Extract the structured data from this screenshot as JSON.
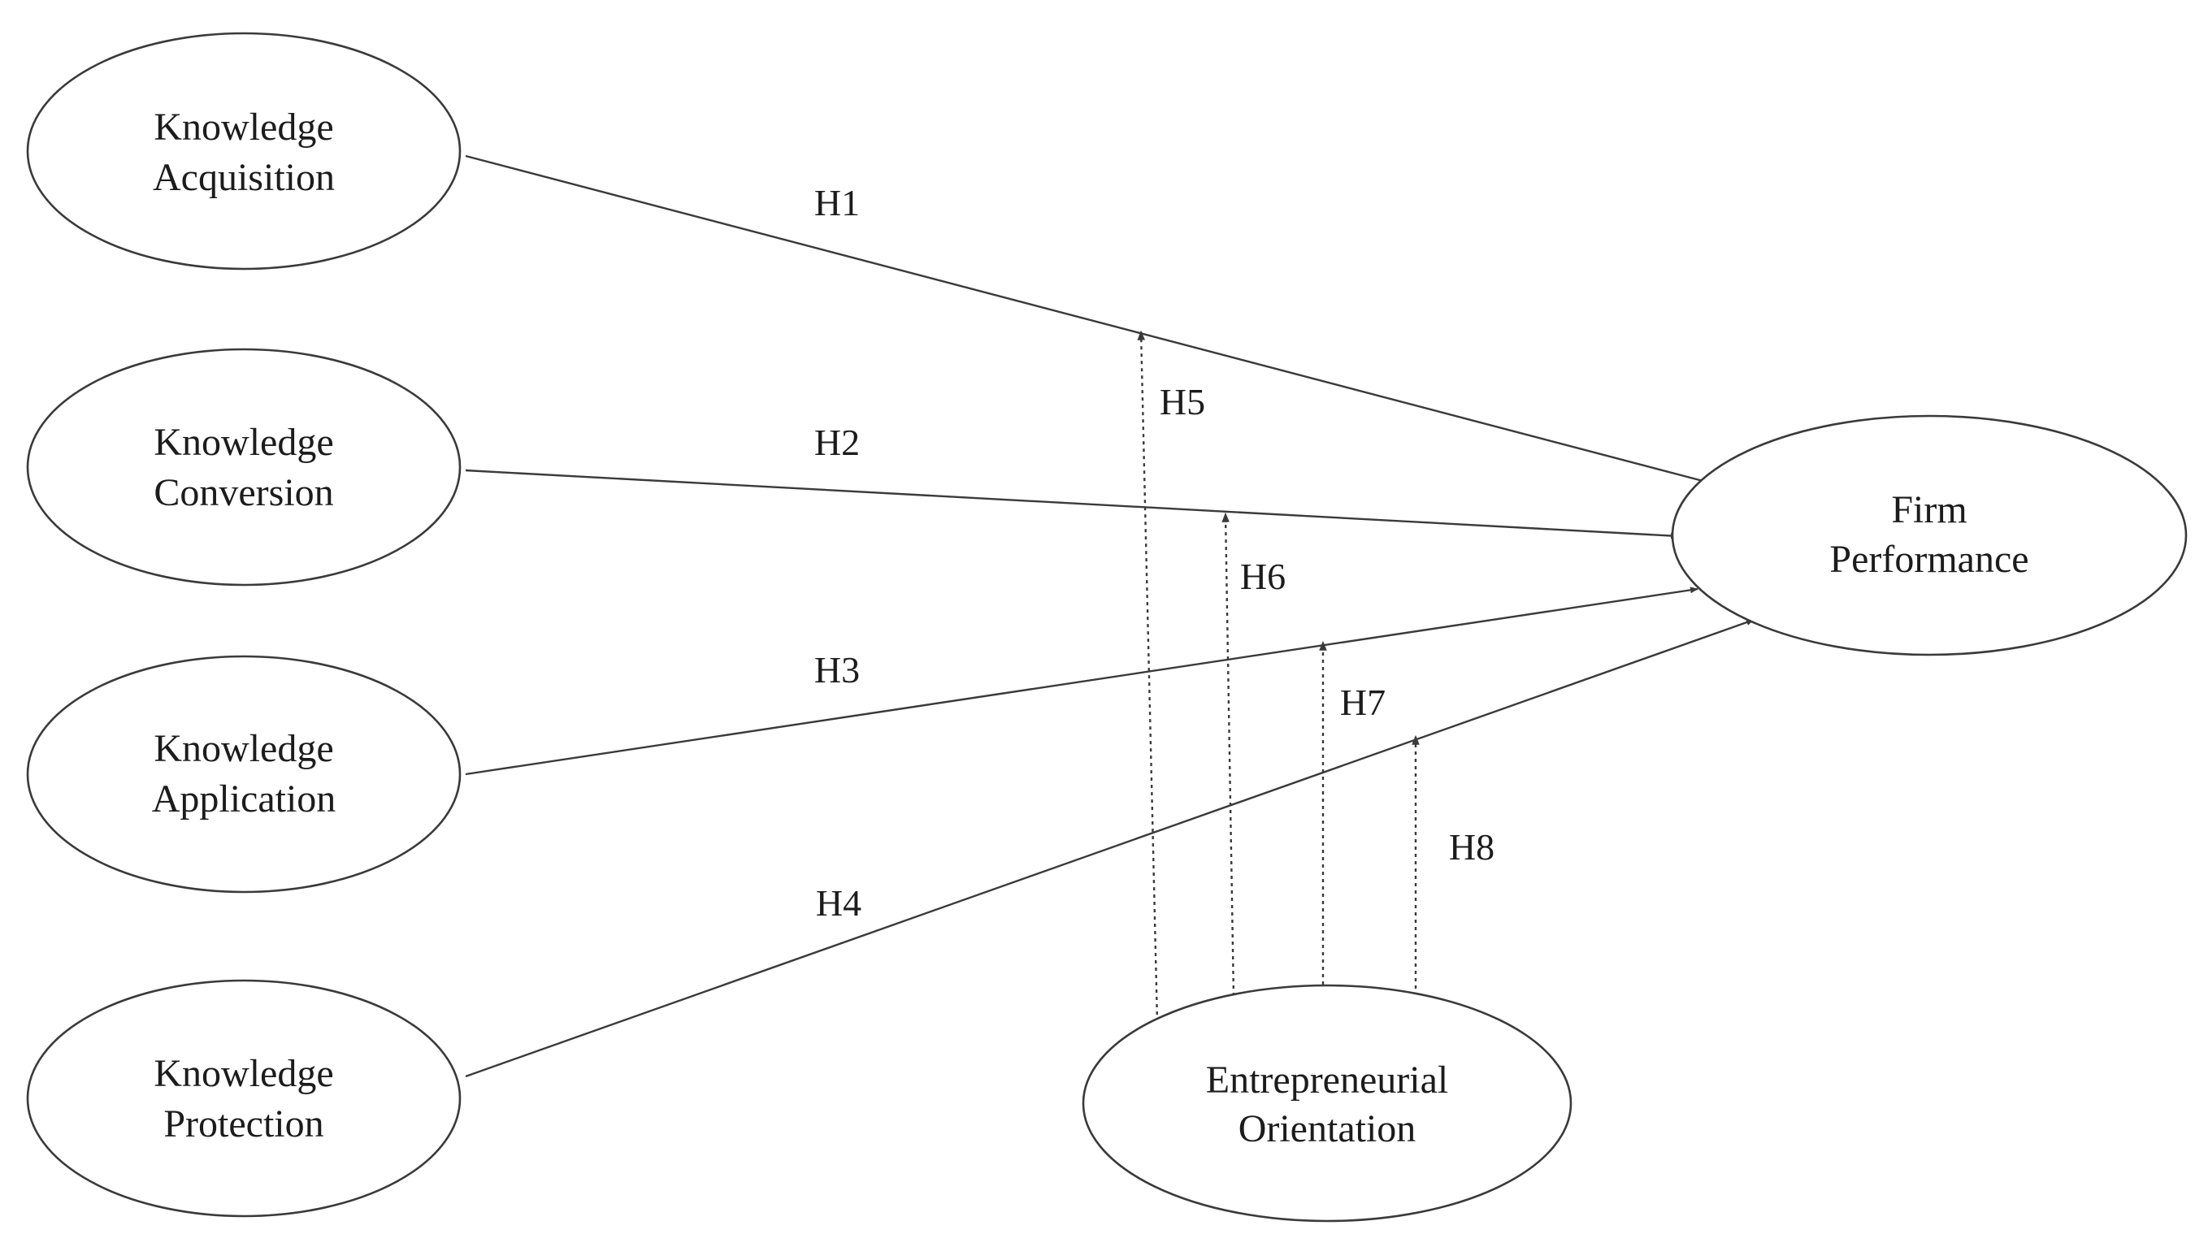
{
  "nodes": {
    "knowledge_acquisition": {
      "line1": "Knowledge",
      "line2": "Acquisition"
    },
    "knowledge_conversion": {
      "line1": "Knowledge",
      "line2": "Conversion"
    },
    "knowledge_application": {
      "line1": "Knowledge",
      "line2": "Application"
    },
    "knowledge_protection": {
      "line1": "Knowledge",
      "line2": "Protection"
    },
    "firm_performance": {
      "line1": "Firm",
      "line2": "Performance"
    },
    "entrepreneurial_orientation": {
      "line1": "Entrepreneurial",
      "line2": "Orientation"
    }
  },
  "hypotheses": {
    "h1": "H1",
    "h2": "H2",
    "h3": "H3",
    "h4": "H4",
    "h5": "H5",
    "h6": "H6",
    "h7": "H7",
    "h8": "H8"
  },
  "edges": [
    {
      "from": "Knowledge Acquisition",
      "to": "Firm Performance",
      "label": "H1",
      "style": "solid"
    },
    {
      "from": "Knowledge Conversion",
      "to": "Firm Performance",
      "label": "H2",
      "style": "solid"
    },
    {
      "from": "Knowledge Application",
      "to": "Firm Performance",
      "label": "H3",
      "style": "solid"
    },
    {
      "from": "Knowledge Protection",
      "to": "Firm Performance",
      "label": "H4",
      "style": "solid"
    },
    {
      "from": "Entrepreneurial Orientation",
      "to": "H1 path",
      "label": "H5",
      "style": "dotted"
    },
    {
      "from": "Entrepreneurial Orientation",
      "to": "H2 path",
      "label": "H6",
      "style": "dotted"
    },
    {
      "from": "Entrepreneurial Orientation",
      "to": "H3 path",
      "label": "H7",
      "style": "dotted"
    },
    {
      "from": "Entrepreneurial Orientation",
      "to": "H4 path",
      "label": "H8",
      "style": "dotted"
    }
  ],
  "colors": {
    "stroke": "#3a3a3a",
    "text": "#1c1c1c",
    "background": "#ffffff"
  }
}
